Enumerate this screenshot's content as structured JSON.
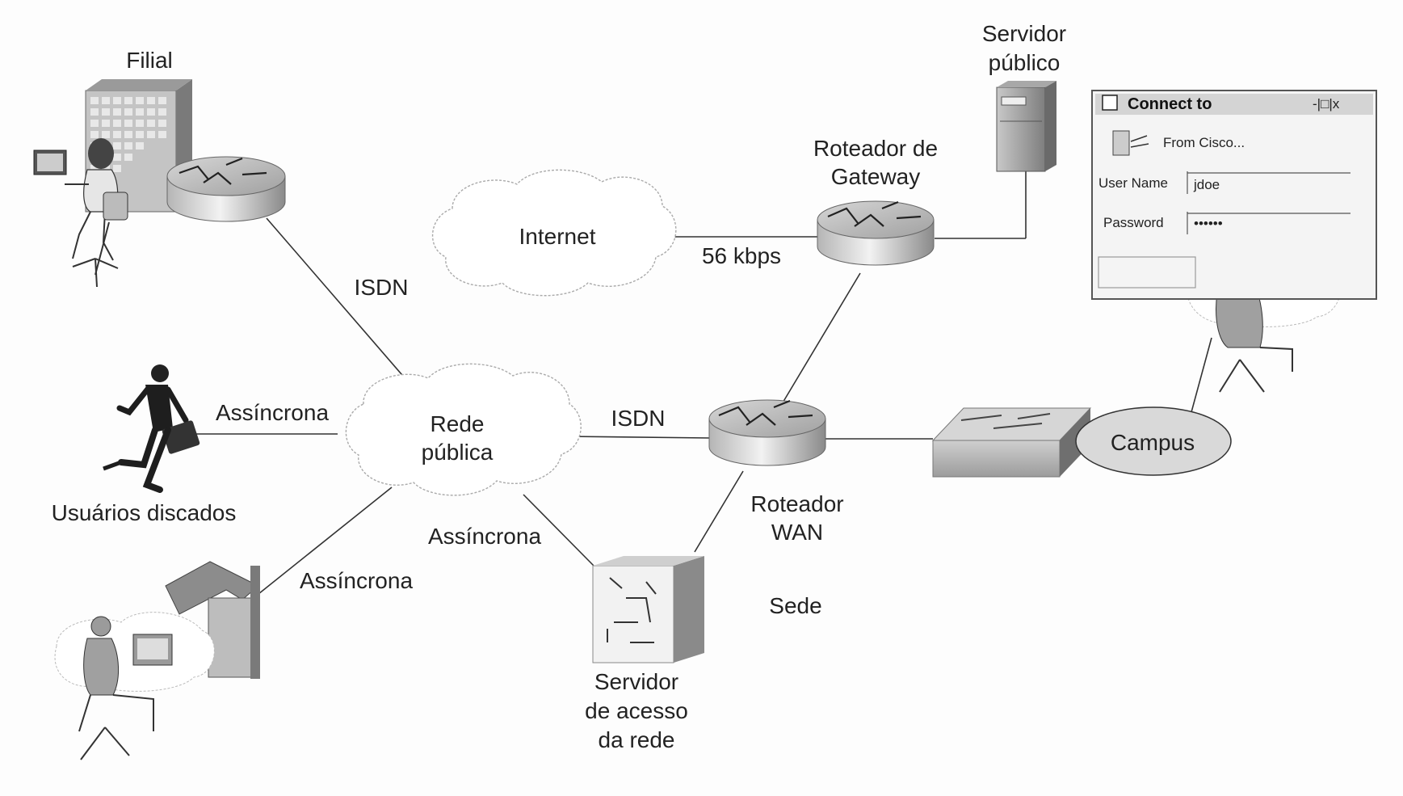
{
  "labels": {
    "filial": "Filial",
    "servidor_publico_1": "Servidor",
    "servidor_publico_2": "público",
    "roteador_gateway_1": "Roteador de",
    "roteador_gateway_2": "Gateway",
    "internet": "Internet",
    "speed_56k": "56 kbps",
    "isdn_filial": "ISDN",
    "isdn_wan": "ISDN",
    "assincrona_usuarios": "Assíncrona",
    "assincrona_servidor": "Assíncrona",
    "assincrona_casa": "Assíncrona",
    "rede_publica_1": "Rede",
    "rede_publica_2": "pública",
    "usuarios_discados": "Usuários discados",
    "roteador_wan_1": "Roteador",
    "roteador_wan_2": "WAN",
    "sede": "Sede",
    "campus": "Campus",
    "servidor_acesso_1": "Servidor",
    "servidor_acesso_2": "de acesso",
    "servidor_acesso_3": "da rede"
  },
  "dialog": {
    "title": "Connect to",
    "window_controls": "-|□|x",
    "from": "From Cisco...",
    "username_label": "User Name",
    "username_value": "jdoe",
    "password_label": "Password",
    "password_value": "••••••"
  },
  "colors": {
    "line": "#333333",
    "text": "#222222",
    "device_gray": "#9a9a9a",
    "cloud_fill": "#ffffff"
  }
}
